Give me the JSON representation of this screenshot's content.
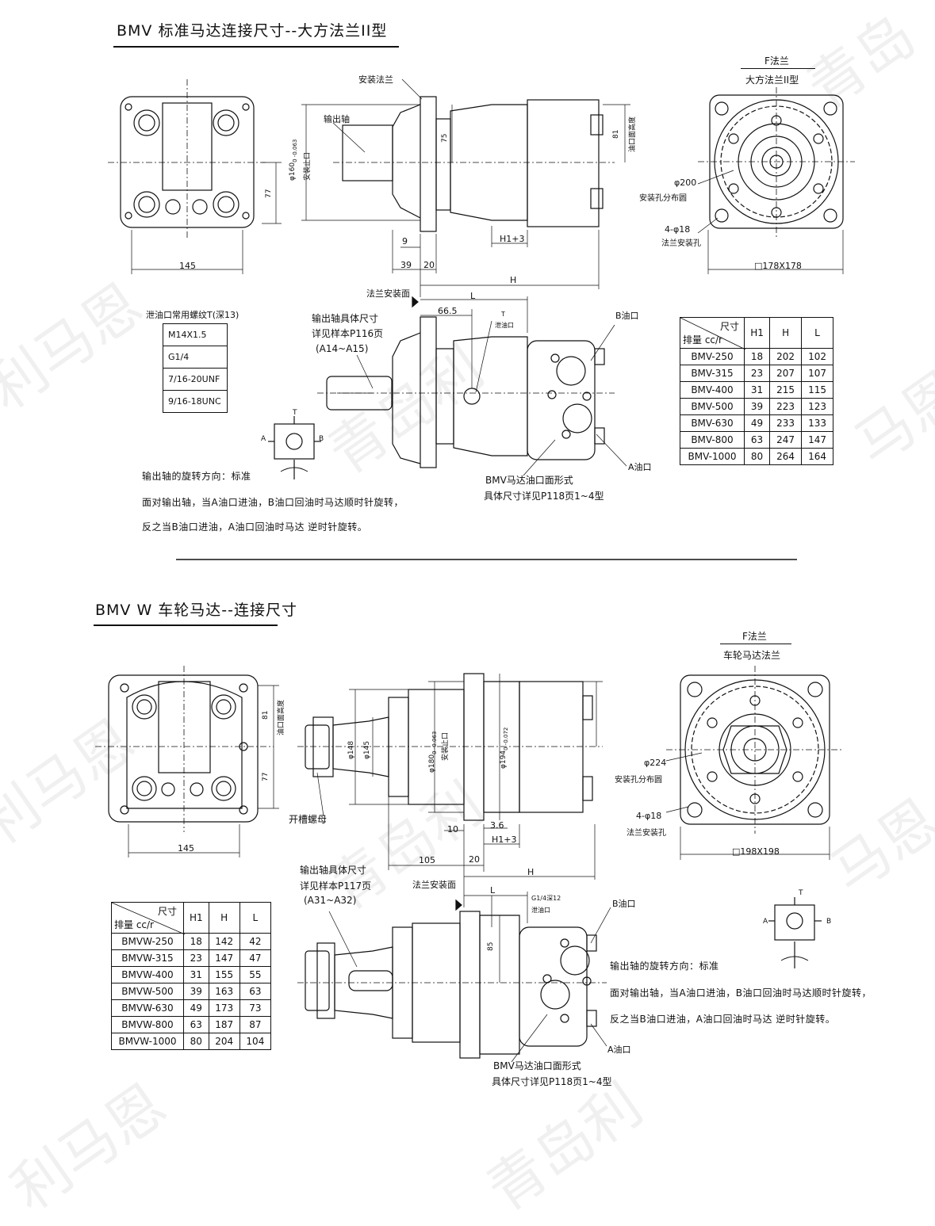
{
  "section1": {
    "title": "BMV 标准马达连接尺寸--大方法兰II型",
    "flange_title_1": "F法兰",
    "flange_title_2": "大方法兰II型",
    "labels": {
      "mount_flange": "安装法兰",
      "output_shaft": "输出轴",
      "pilot_dim": "φ160",
      "pilot_tol": "0 -0.063",
      "pilot_name": "安装止口",
      "dim_75": "75",
      "dim_81": "81",
      "oil_port_height": "油口面高度",
      "dim_77": "77",
      "dim_145": "145",
      "dim_9": "9",
      "dim_39": "39",
      "dim_20": "20",
      "dim_h1": "H1+3",
      "dim_h": "H",
      "dim_l": "L",
      "dim_665": "66.5",
      "flange_face": "法兰安装面",
      "t_drain": "T",
      "drain_port": "泄油口",
      "b_port": "B油口",
      "a_port": "A油口",
      "bolt_circle": "φ200",
      "bolt_circle_name": "安装孔分布圆",
      "holes": "4-φ18",
      "holes_name": "法兰安装孔",
      "square": "178X178",
      "shaft_ref_1": "输出轴具体尺寸",
      "shaft_ref_2": "详见样本P116页",
      "shaft_ref_3": "(A14~A15)",
      "port_face_1": "BMV马达油口面形式",
      "port_face_2": "具体尺寸详见P118页1~4型",
      "thread_title": "泄油口常用螺纹T(深13)",
      "sym_t": "T",
      "sym_a": "A",
      "sym_b": "B"
    },
    "threads": [
      "M14X1.5",
      "G1/4",
      "7/16-20UNF",
      "9/16-18UNC"
    ],
    "rotation_notes": [
      "输出轴的旋转方向：标准",
      "面对输出轴，当A油口进油，B油口回油时马达顺时针旋转，",
      "反之当B油口进油，A油口回油时马达 逆时针旋转。"
    ],
    "table": {
      "header_top": "尺寸",
      "header_bottom": "排量 cc/r",
      "cols": [
        "H1",
        "H",
        "L"
      ],
      "rows": [
        [
          "BMV-250",
          "18",
          "202",
          "102"
        ],
        [
          "BMV-315",
          "23",
          "207",
          "107"
        ],
        [
          "BMV-400",
          "31",
          "215",
          "115"
        ],
        [
          "BMV-500",
          "39",
          "223",
          "123"
        ],
        [
          "BMV-630",
          "49",
          "233",
          "133"
        ],
        [
          "BMV-800",
          "63",
          "247",
          "147"
        ],
        [
          "BMV-1000",
          "80",
          "264",
          "164"
        ]
      ]
    }
  },
  "section2": {
    "title": "BMV W 车轮马达--连接尺寸",
    "flange_title_1": "F法兰",
    "flange_title_2": "车轮马达法兰",
    "labels": {
      "dim_81": "81",
      "oil_port_height": "油口面高度",
      "dim_77": "77",
      "dim_145": "145",
      "slot_nut": "开槽螺母",
      "d148": "φ148",
      "d145": "φ145",
      "d180": "φ180",
      "d180_tol": "0 -0.063",
      "pilot_name": "安装止口",
      "d194": "φ194",
      "d194_tol": "0 -0.072",
      "dim_10": "10",
      "dim_36": "3.6",
      "dim_h1": "H1+3",
      "dim_105": "105",
      "dim_20": "20",
      "dim_h": "H",
      "dim_l": "L",
      "dim_85": "85",
      "flange_face": "法兰安装面",
      "drain": "G1/4深12",
      "drain_port": "泄油口",
      "b_port": "B油口",
      "a_port": "A油口",
      "bolt_circle": "φ224",
      "bolt_circle_name": "安装孔分布圆",
      "holes": "4-φ18",
      "holes_name": "法兰安装孔",
      "square": "198X198",
      "shaft_ref_1": "输出轴具体尺寸",
      "shaft_ref_2": "详见样本P117页",
      "shaft_ref_3": "(A31~A32)",
      "port_face_1": "BMV马达油口面形式",
      "port_face_2": "具体尺寸详见P118页1~4型",
      "sym_t": "T",
      "sym_a": "A",
      "sym_b": "B"
    },
    "rotation_notes": [
      "输出轴的旋转方向：标准",
      "面对输出轴，当A油口进油，B油口回油时马达顺时针旋转，",
      "反之当B油口进油，A油口回油时马达 逆时针旋转。"
    ],
    "table": {
      "header_top": "尺寸",
      "header_bottom": "排量 cc/r",
      "cols": [
        "H1",
        "H",
        "L"
      ],
      "rows": [
        [
          "BMVW-250",
          "18",
          "142",
          "42"
        ],
        [
          "BMVW-315",
          "23",
          "147",
          "47"
        ],
        [
          "BMVW-400",
          "31",
          "155",
          "55"
        ],
        [
          "BMVW-500",
          "39",
          "163",
          "63"
        ],
        [
          "BMVW-630",
          "49",
          "173",
          "73"
        ],
        [
          "BMVW-800",
          "63",
          "187",
          "87"
        ],
        [
          "BMVW-1000",
          "80",
          "204",
          "104"
        ]
      ]
    }
  },
  "watermarks": [
    "青岛",
    "利马恩",
    "青岛利",
    "马恩",
    "利马恩",
    "青岛利",
    "马恩",
    "利马恩",
    "青岛利"
  ]
}
